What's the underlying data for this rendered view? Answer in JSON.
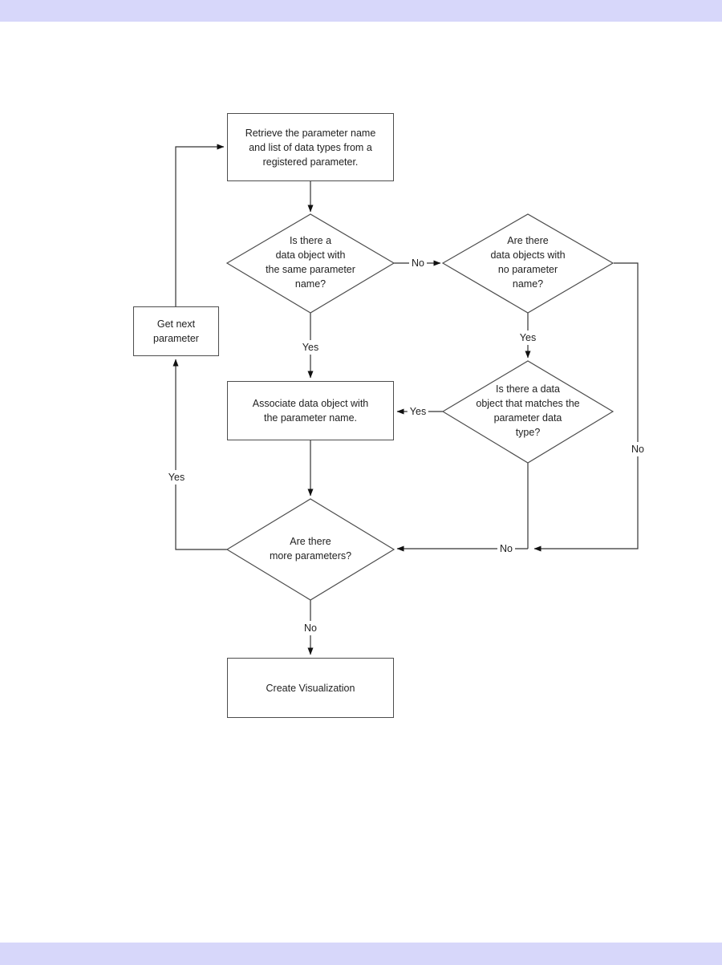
{
  "page": {
    "top_bar_color": "#d7d7fa",
    "bottom_bar_color": "#d7d7fa",
    "line_color": "#333333",
    "shape_border_color": "#4d4d4d"
  },
  "flowchart": {
    "nodes": {
      "retrieve": {
        "type": "process",
        "label": "Retrieve the parameter name\nand list of data types from a\nregistered parameter."
      },
      "check_same_name": {
        "type": "decision",
        "label": "Is there a\ndata object with\nthe same parameter\nname?"
      },
      "check_no_name": {
        "type": "decision",
        "label": "Are there\ndata objects with\nno parameter\nname?"
      },
      "get_next": {
        "type": "process",
        "label": "Get next\nparameter"
      },
      "associate": {
        "type": "process",
        "label": "Associate data object with\nthe parameter name."
      },
      "check_type_match": {
        "type": "decision",
        "label": "Is there a data\nobject that matches the\nparameter data\ntype?"
      },
      "more_params": {
        "type": "decision",
        "label": "Are there\nmore parameters?"
      },
      "create_viz": {
        "type": "process",
        "label": "Create Visualization"
      }
    },
    "edge_labels": {
      "no_same_name": "No",
      "yes_same_name": "Yes",
      "yes_no_name": "Yes",
      "no_no_name": "No",
      "yes_type_match": "Yes",
      "no_type_match": "No",
      "yes_more_params": "Yes",
      "no_more_params": "No"
    }
  }
}
